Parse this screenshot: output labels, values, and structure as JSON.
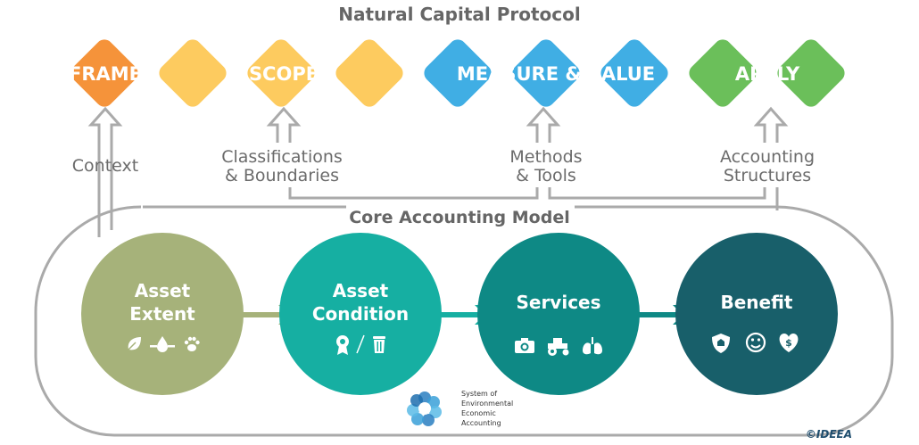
{
  "title": "Natural Capital Protocol",
  "colors": {
    "frame": "#F5933A",
    "scope": "#FDCB5F",
    "measure": "#40AEE4",
    "apply": "#6BBF5A",
    "connector": "#AAAAAA",
    "extent": "#A6B27A",
    "condition": "#16AFA2",
    "services": "#0E8985",
    "benefit": "#185F6A"
  },
  "stages": [
    {
      "id": "frame",
      "label": "FRAME"
    },
    {
      "id": "scope",
      "label": "SCOPE"
    },
    {
      "id": "measure",
      "label": "MEASURE & VALUE"
    },
    {
      "id": "apply",
      "label": "APPLY"
    }
  ],
  "links": [
    {
      "id": "context",
      "lines": [
        "Context"
      ]
    },
    {
      "id": "classifications",
      "lines": [
        "Classifications",
        "& Boundaries"
      ]
    },
    {
      "id": "methods",
      "lines": [
        "Methods",
        "& Tools"
      ]
    },
    {
      "id": "accounting",
      "lines": [
        "Accounting",
        "Structures"
      ]
    }
  ],
  "model_title": "Core Accounting Model",
  "circles": [
    {
      "id": "extent",
      "lines": [
        "Asset",
        "Extent"
      ],
      "icons": [
        "leaf-icon",
        "water-drop-icon",
        "paw-icon"
      ]
    },
    {
      "id": "condition",
      "lines": [
        "Asset",
        "Condition"
      ],
      "icons": [
        "award-icon",
        "trash-icon"
      ]
    },
    {
      "id": "services",
      "lines": [
        "Services"
      ],
      "icons": [
        "camera-icon",
        "tractor-icon",
        "lungs-icon"
      ]
    },
    {
      "id": "benefit",
      "lines": [
        "Benefit"
      ],
      "icons": [
        "shield-icon",
        "smiley-icon",
        "heart-dollar-icon"
      ]
    }
  ],
  "seea": {
    "lines": [
      "System of",
      "Environmental",
      "Economic",
      "Accounting"
    ]
  },
  "copyright": "©IDEEA"
}
